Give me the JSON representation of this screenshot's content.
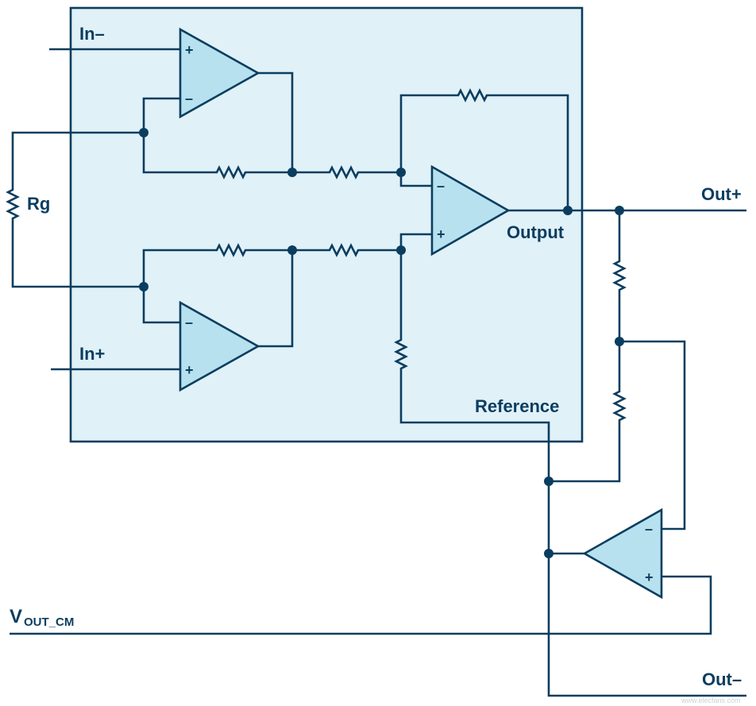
{
  "diagram": {
    "labels": {
      "in_minus": "In–",
      "in_plus": "In+",
      "rg": "Rg",
      "output": "Output",
      "reference": "Reference",
      "out_plus": "Out+",
      "out_minus": "Out–",
      "vout_cm_main": "V",
      "vout_cm_sub": "OUT_CM"
    },
    "pin_signs": {
      "plus": "+",
      "minus": "–"
    },
    "watermark": "www.elecfans.com",
    "colors": {
      "line": "#0b3d5f",
      "box_fill": "#e0f1f8",
      "amp_fill": "#b7e1ee",
      "background": "#ffffff"
    }
  }
}
